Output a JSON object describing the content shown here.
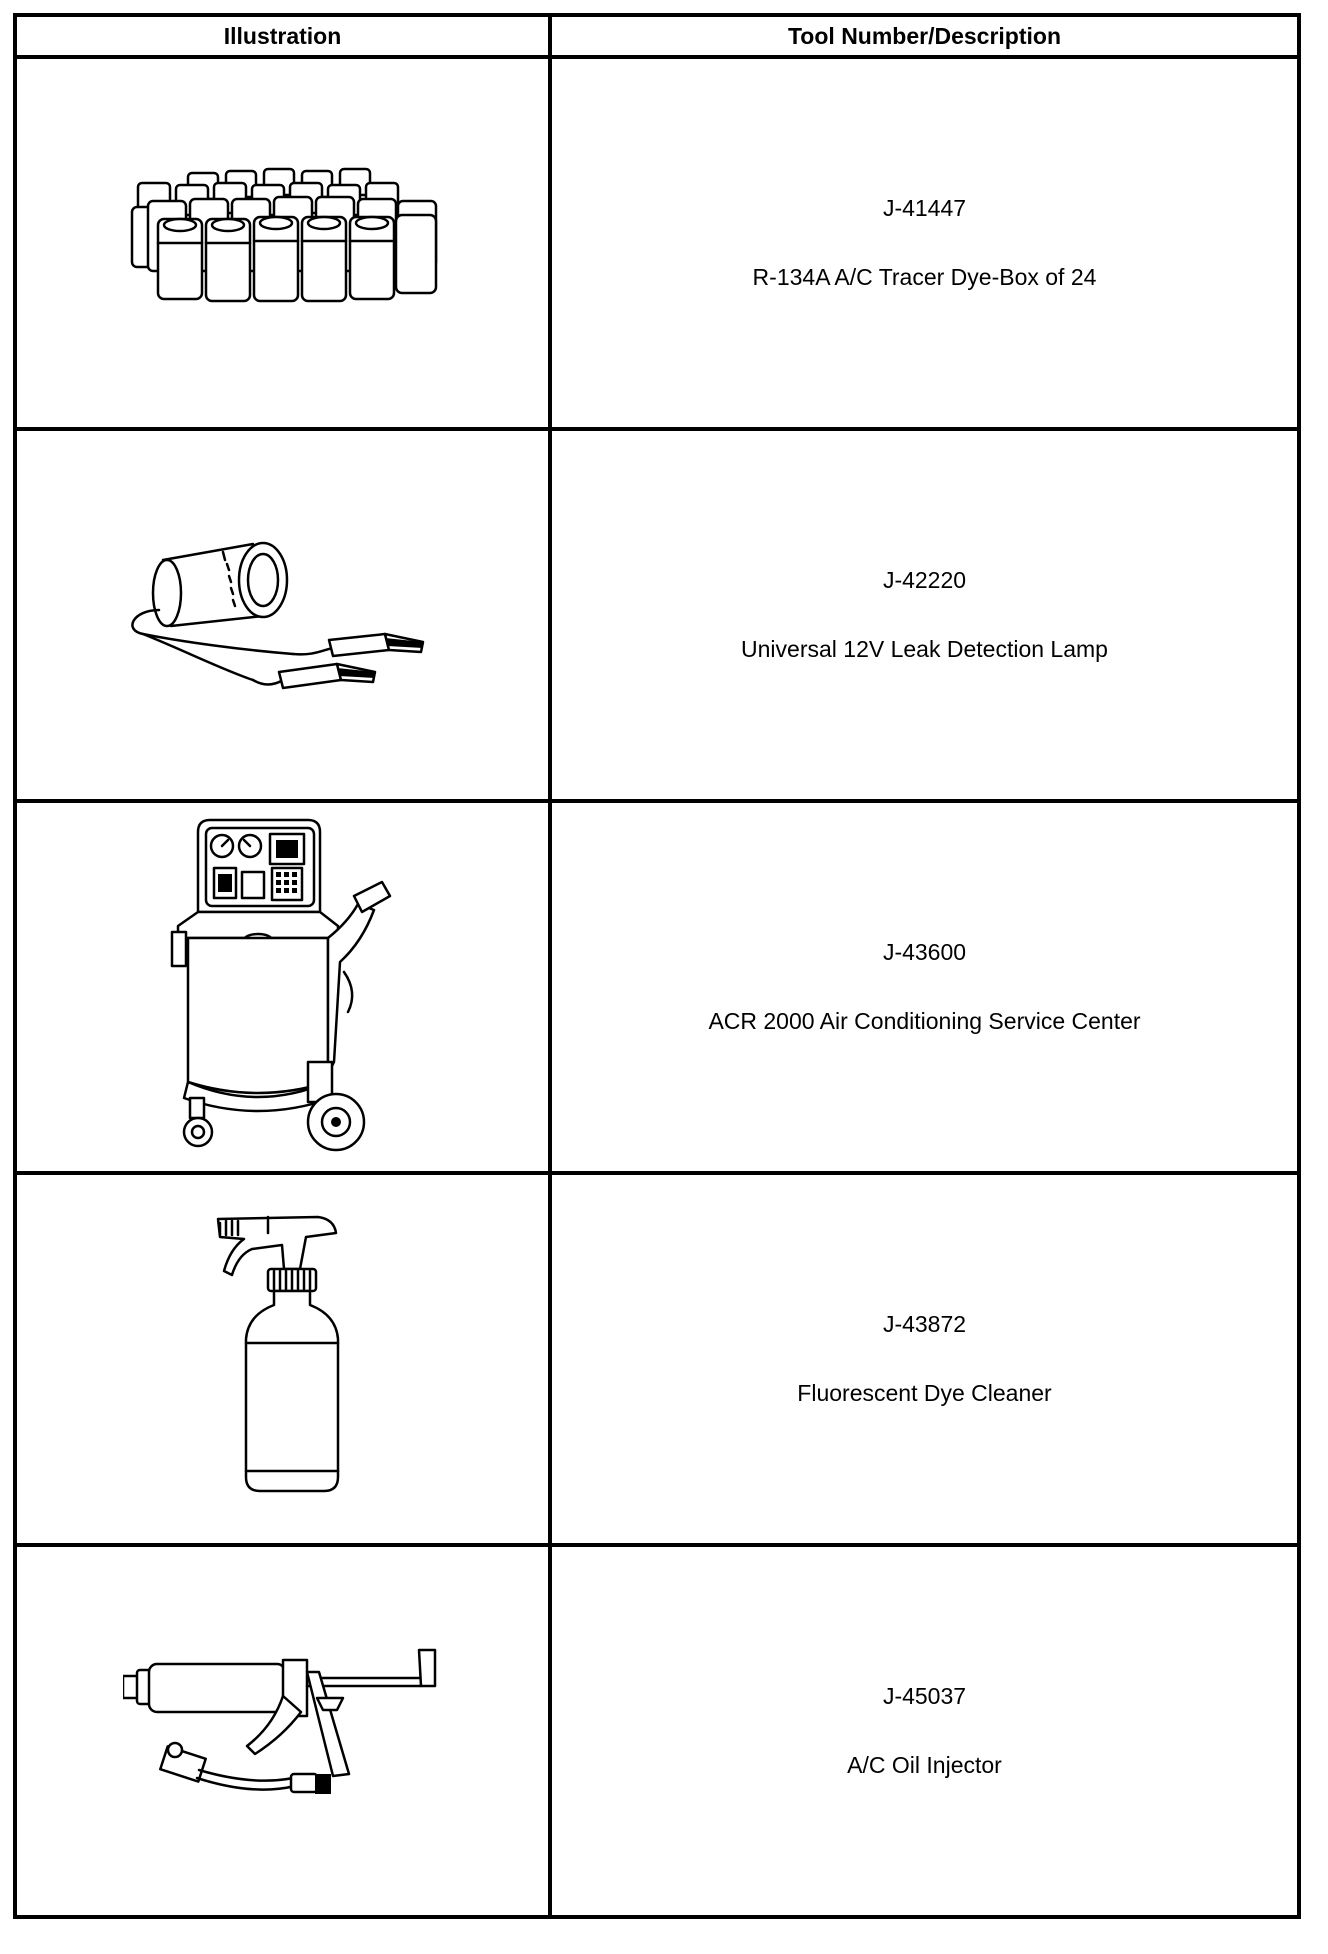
{
  "table": {
    "headers": {
      "illustration": "Illustration",
      "description": "Tool Number/Description"
    },
    "rows": [
      {
        "illustration_icon": "dye-bottles-icon",
        "tool_number": "J-41447",
        "description": "R-134A A/C Tracer Dye-Box of 24"
      },
      {
        "illustration_icon": "leak-lamp-icon",
        "tool_number": "J-42220",
        "description": "Universal 12V Leak Detection Lamp"
      },
      {
        "illustration_icon": "service-center-icon",
        "tool_number": "J-43600",
        "description": "ACR 2000 Air Conditioning Service Center"
      },
      {
        "illustration_icon": "spray-bottle-icon",
        "tool_number": "J-43872",
        "description": "Fluorescent Dye Cleaner"
      },
      {
        "illustration_icon": "oil-injector-icon",
        "tool_number": "J-45037",
        "description": "A/C Oil Injector"
      }
    ]
  }
}
